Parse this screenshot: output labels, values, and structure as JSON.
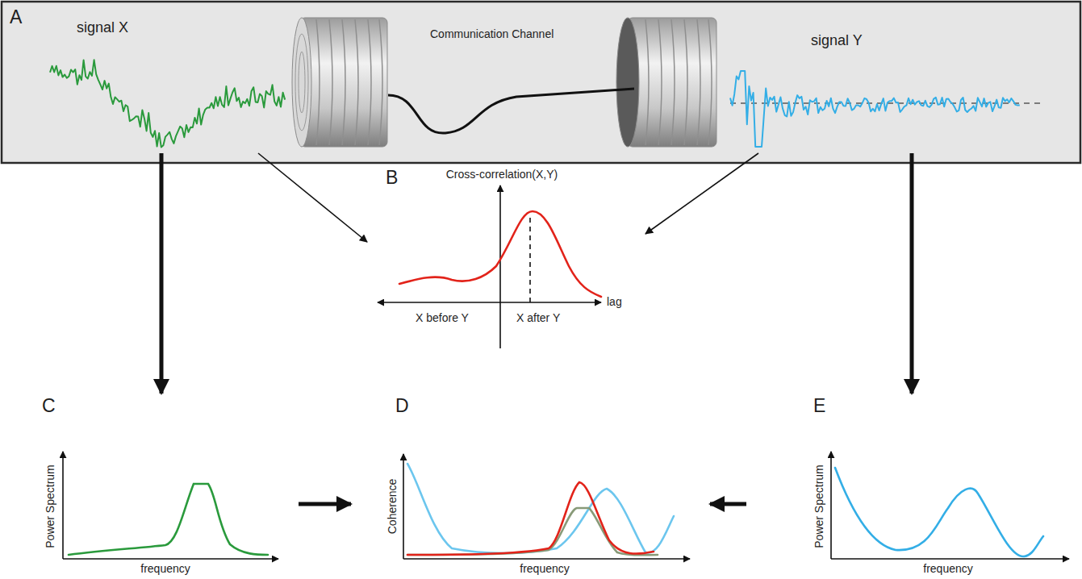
{
  "diagram": {
    "nodes": [
      {
        "text": [
          "A",
          "Communication Channel"
        ]
      },
      {
        "text": [
          "signal X"
        ],
        "in": 0
      },
      {
        "text": [
          "signal Y"
        ],
        "in": 0
      },
      {
        "text": [
          "B",
          "Cross-correlation(X,Y)",
          "X before Y",
          "X after Y",
          "lag"
        ]
      },
      {
        "text": [
          "C",
          "Power Spectrum",
          "frequency"
        ]
      },
      {
        "text": [
          "D",
          "Coherence",
          "frequency"
        ]
      },
      {
        "text": [
          "E",
          "Power Spectrum",
          "frequency"
        ]
      }
    ],
    "edges": [
      {
        "from": 1,
        "to": 3,
        "arrow": "to"
      },
      {
        "from": 2,
        "to": 3,
        "arrow": "to"
      },
      {
        "from": 1,
        "to": 4,
        "arrow": "to"
      },
      {
        "from": 2,
        "to": 6,
        "arrow": "to"
      },
      {
        "from": 4,
        "to": 5,
        "arrow": "to"
      },
      {
        "from": 6,
        "to": 5,
        "arrow": "to"
      }
    ]
  }
}
